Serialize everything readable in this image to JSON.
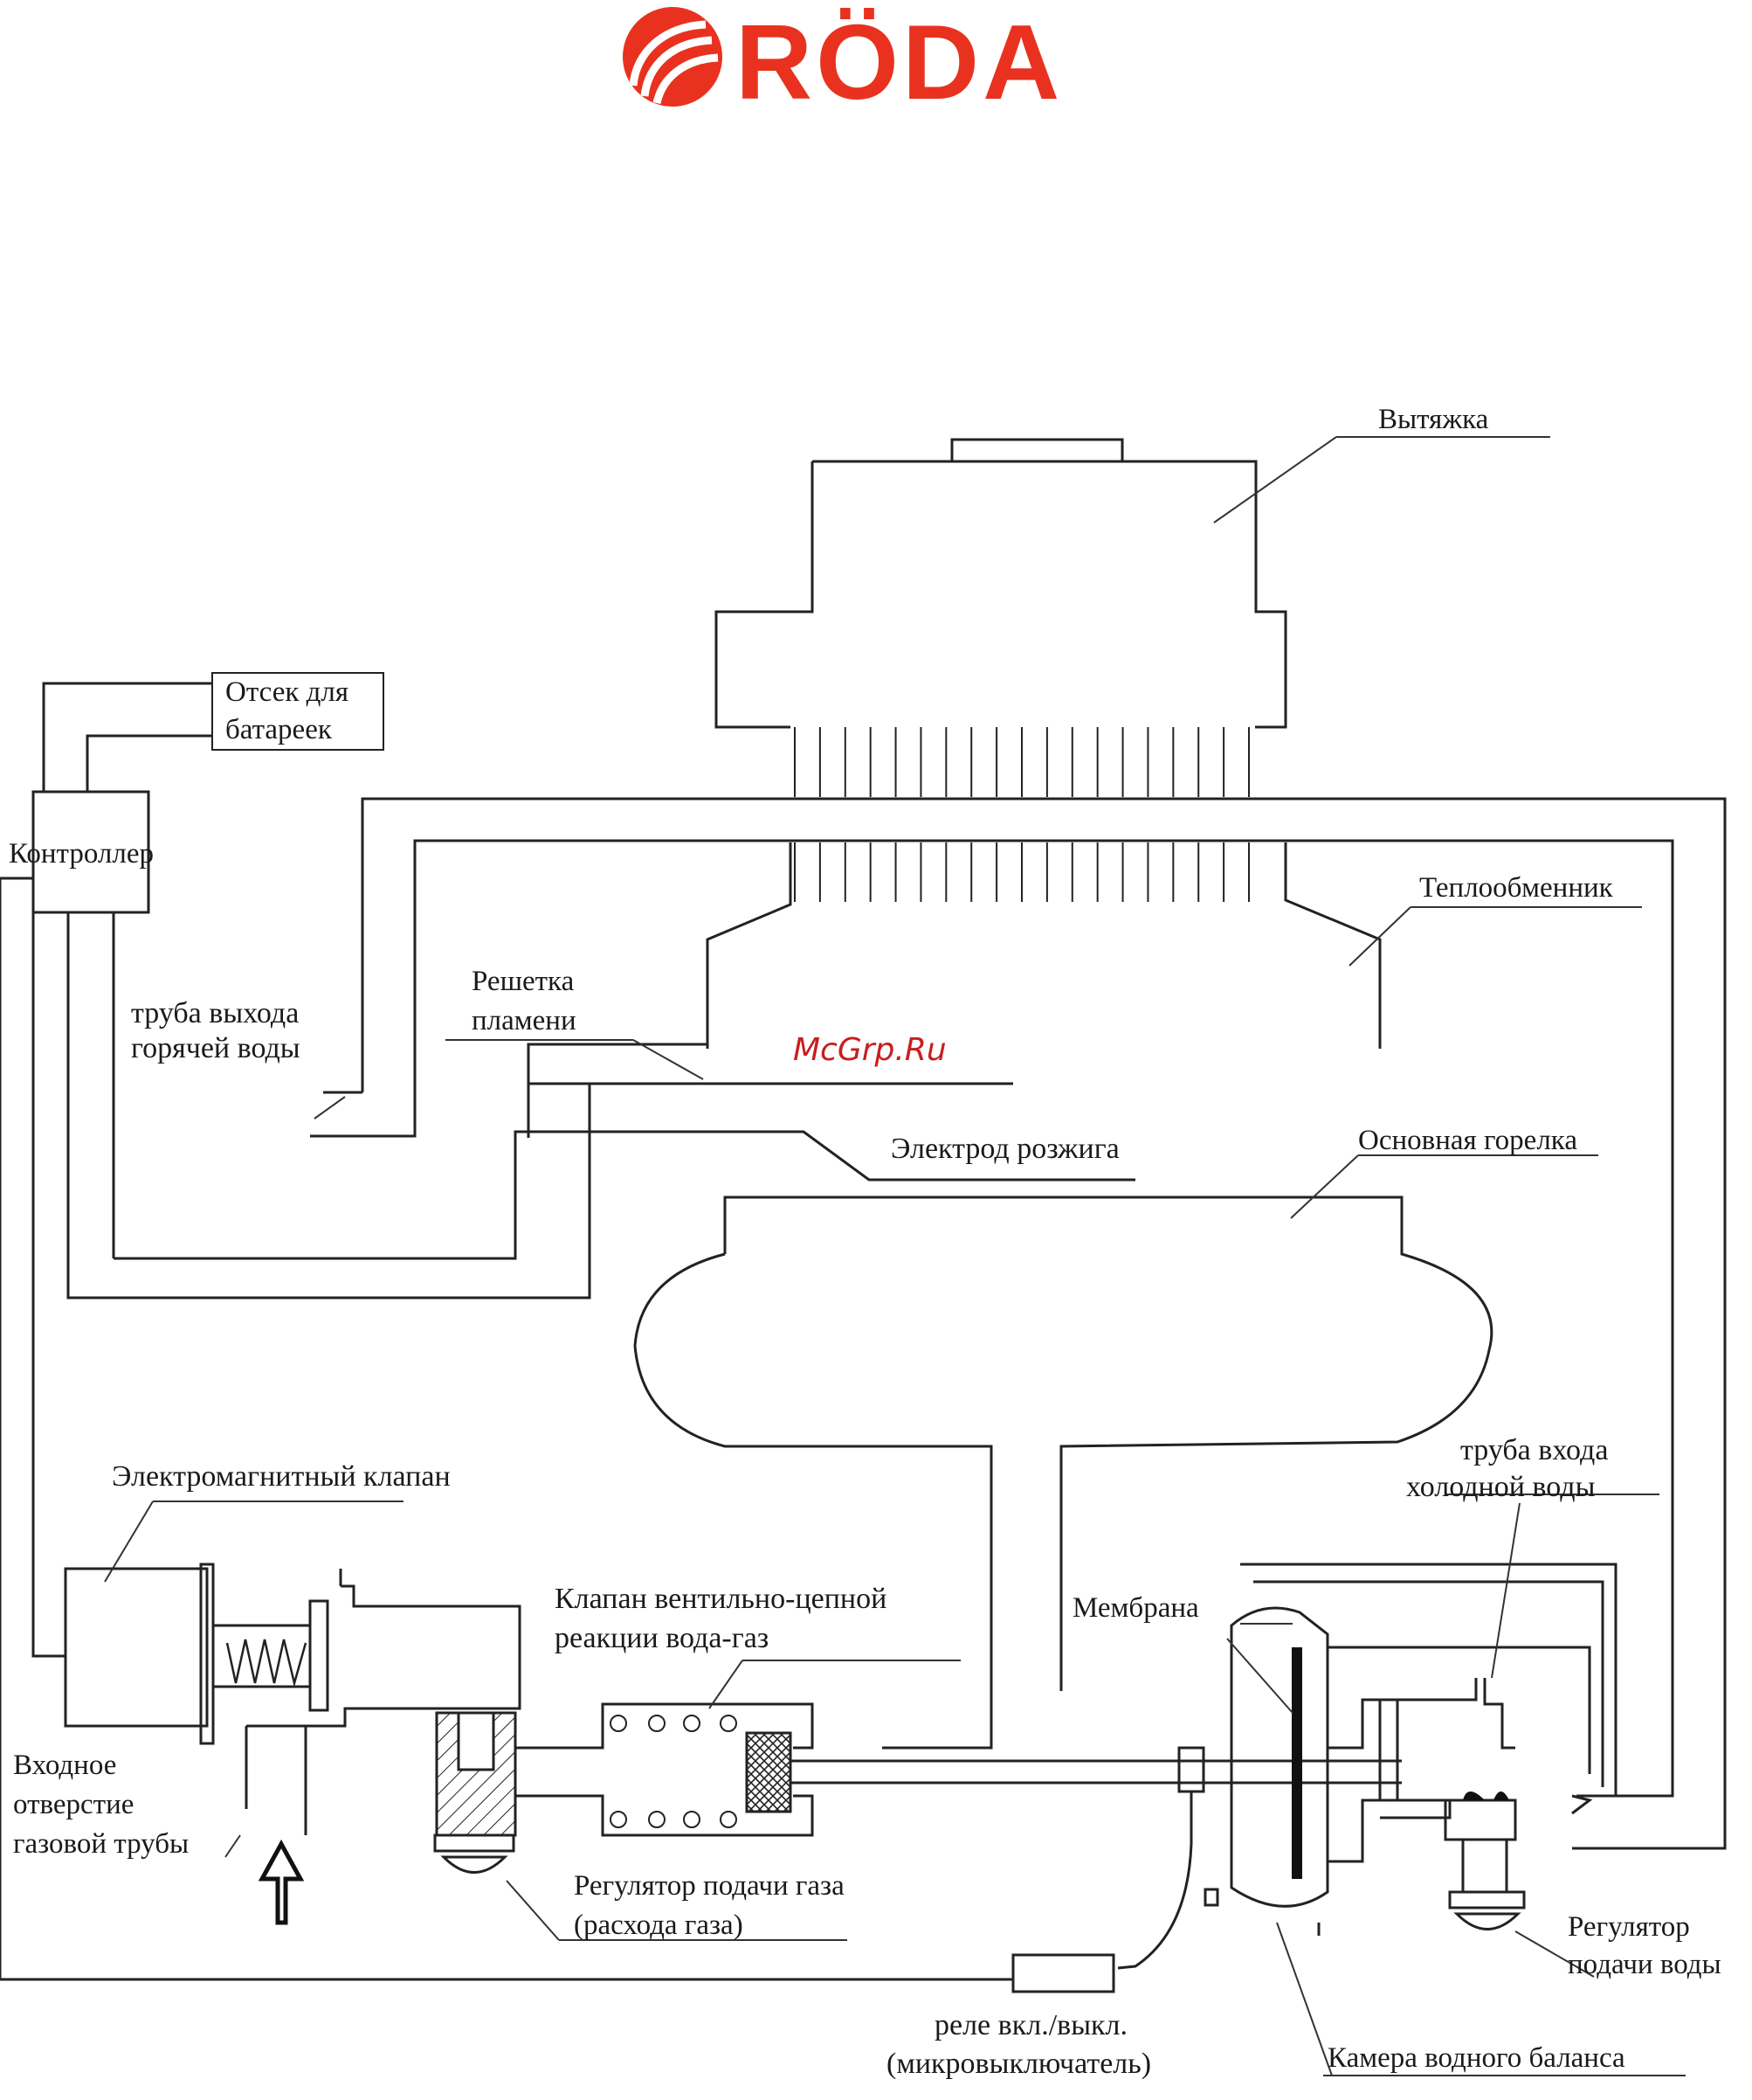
{
  "colors": {
    "brand": "#e8321f",
    "line": "#222222",
    "watermark": "#c81e1e"
  },
  "logo": {
    "text": "RÖDA",
    "icon": "roda-swirl-icon"
  },
  "watermark": "McGrp.Ru",
  "labels": {
    "exhaust": "Вытяжка",
    "battery_line1": "Отсек для",
    "battery_line2": "батареек",
    "controller": "Контроллер",
    "heat_exchanger": "Теплообменник",
    "hot_pipe_line1": "труба выхода",
    "hot_pipe_line2": "горячей воды",
    "flame_grid_line1": "Решетка",
    "flame_grid_line2": "пламени",
    "ignition_electrode": "Электрод розжига",
    "main_burner": "Основная горелка",
    "solenoid_valve": "Электромагнитный клапан",
    "cold_pipe_line1": "труба входа",
    "cold_pipe_line2": "холодной воды",
    "chain_valve_line1": "Клапан вентильно-цепной",
    "chain_valve_line2": "реакции вода-газ",
    "membrane": "Мембрана",
    "gas_inlet_line1": "Входное",
    "gas_inlet_line2": "отверстие",
    "gas_inlet_line3": "газовой трубы",
    "gas_regulator_line1": "Регулятор подачи газа",
    "gas_regulator_line2": "(расхода газа)",
    "water_regulator_line1": "Регулятор",
    "water_regulator_line2": "подачи воды",
    "relay_line1": "реле вкл./выкл.",
    "relay_line2": "(микровыключатель)",
    "water_balance_chamber": "Камера водного баланса"
  }
}
